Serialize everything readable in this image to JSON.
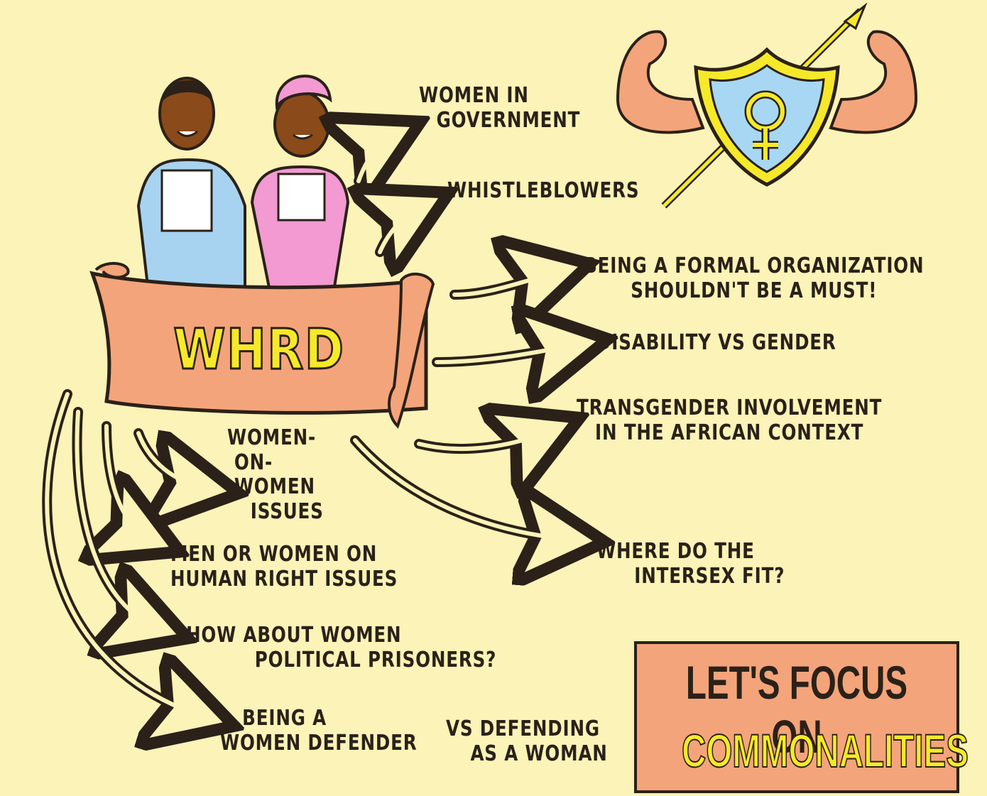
{
  "title": "WHRD",
  "branches_top": [
    {
      "id": "women-government",
      "lines": [
        "WOMEN IN",
        "GOVERNMENT"
      ]
    },
    {
      "id": "whistleblowers",
      "lines": [
        "WHISTLEBLOWERS"
      ]
    }
  ],
  "branches_right": [
    {
      "id": "formal-org",
      "lines": [
        "BEING A FORMAL ORGANIZATION",
        "SHOULDN'T BE A MUST!"
      ]
    },
    {
      "id": "disability",
      "lines": [
        "DISABILITY VS GENDER"
      ]
    },
    {
      "id": "transgender",
      "lines": [
        "TRANSGENDER INVOLVEMENT",
        "IN THE AFRICAN CONTEXT"
      ]
    },
    {
      "id": "intersex",
      "lines": [
        "WHERE DO THE",
        "INTERSEX FIT?"
      ]
    }
  ],
  "branches_bottom": [
    {
      "id": "women-on-women",
      "lines": [
        "WOMEN-",
        "ON-",
        "WOMEN",
        "ISSUES"
      ]
    },
    {
      "id": "men-or-women",
      "lines": [
        "MEN OR WOMEN ON",
        "HUMAN RIGHT ISSUES"
      ]
    },
    {
      "id": "political-prisoners",
      "lines": [
        "HOW ABOUT WOMEN",
        "POLITICAL PRISONERS?"
      ]
    },
    {
      "id": "women-defender",
      "lines": [
        "BEING A",
        "WOMEN DEFENDER"
      ]
    },
    {
      "id": "defending-woman",
      "lines": [
        "VS DEFENDING",
        "AS A WOMAN"
      ]
    }
  ],
  "callout": {
    "line1": "LET'S FOCUS ON",
    "line2": "COMMONALITIES"
  },
  "colors": {
    "background": "#fbf3b7",
    "ink": "#2b2119",
    "banner": "#f4a47a",
    "title_fill": "#f6e92a",
    "shield_fill": "#a7d7f2",
    "shield_rim": "#f6e92a",
    "skin": "#f4a47a",
    "person1_robe": "#a7d3f0",
    "person2_robe": "#f29ad1",
    "face": "#8a4a1a"
  },
  "icons": [
    "female-symbol-icon",
    "shield-icon",
    "spear-icon",
    "flexed-arm-icon"
  ]
}
